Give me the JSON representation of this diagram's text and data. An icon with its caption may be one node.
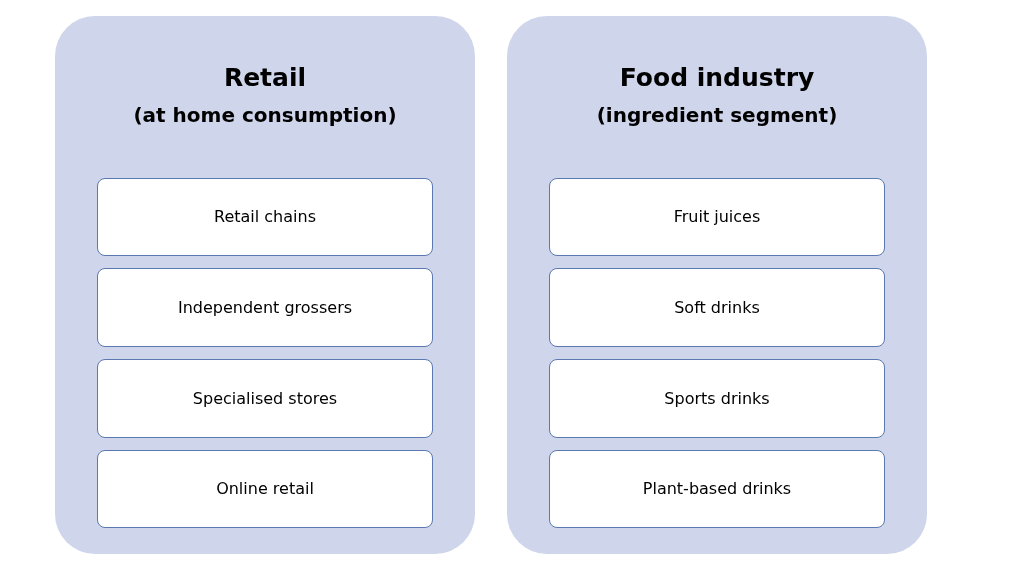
{
  "diagram": {
    "nodes": [
      {
        "text": [
          "Retail",
          "(at home consumption)"
        ]
      },
      {
        "text": [
          "Retail chains"
        ],
        "in": 0
      },
      {
        "text": [
          "Independent grossers"
        ],
        "in": 0
      },
      {
        "text": [
          "Specialised stores"
        ],
        "in": 0
      },
      {
        "text": [
          "Online retail"
        ],
        "in": 0
      },
      {
        "text": [
          "Food industry",
          "(ingredient segment)"
        ]
      },
      {
        "text": [
          "Fruit juices"
        ],
        "in": 5
      },
      {
        "text": [
          "Soft drinks"
        ],
        "in": 5
      },
      {
        "text": [
          "Sports drinks"
        ],
        "in": 5
      },
      {
        "text": [
          "Plant-based drinks"
        ],
        "in": 5
      }
    ]
  }
}
